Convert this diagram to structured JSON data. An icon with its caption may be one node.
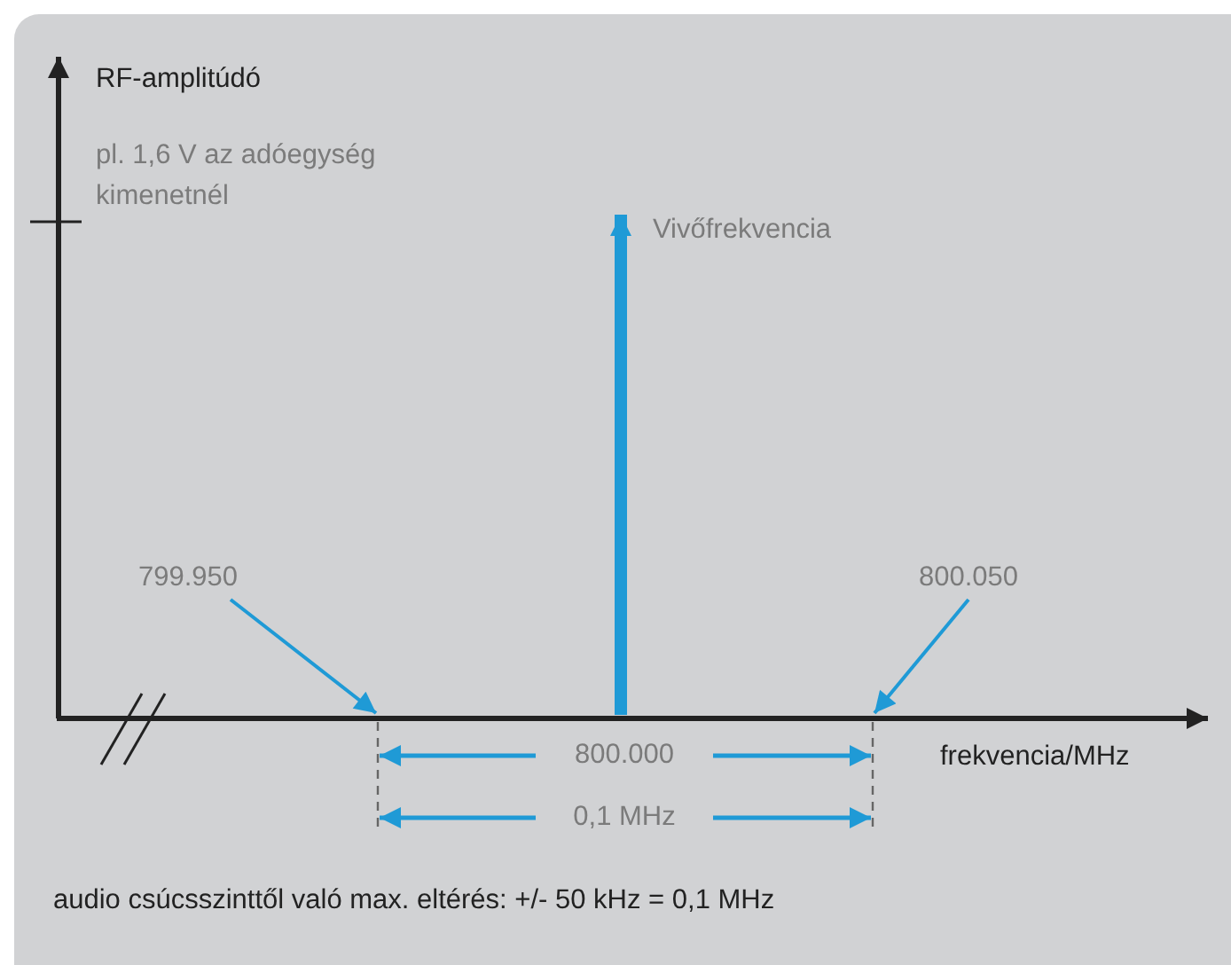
{
  "diagram": {
    "nodes": [
      {
        "text": [
          "799.950"
        ]
      },
      {
        "text": [
          "800.050"
        ]
      }
    ],
    "edges": [
      {
        "from": 0,
        "to": null,
        "arrow": "to"
      },
      {
        "from": 1,
        "to": null,
        "arrow": "to"
      }
    ],
    "labels": [
      "RF-amplitúdó",
      "pl. 1,6 V az adóegység kimenetnél",
      "Vivőfrekvencia",
      "800.000",
      "0,1 MHz",
      "frekvencia/MHz",
      "audio csúcsszinttől való max. eltérés: +/- 50 kHz = 0,1 MHz"
    ]
  }
}
